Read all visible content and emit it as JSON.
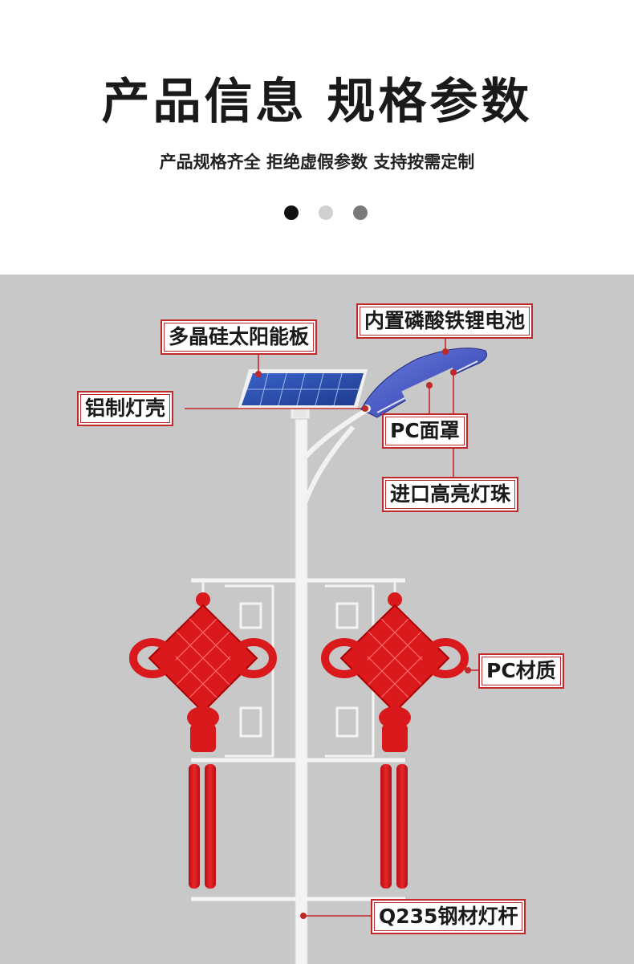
{
  "header": {
    "title": "产品信息 规格参数",
    "subtitle": "产品规格齐全 拒绝虚假参数 支持按需定制"
  },
  "labels": {
    "battery": "内置磷酸铁锂电池",
    "solar_panel": "多晶硅太阳能板",
    "lamp_shell": "铝制灯壳",
    "pc_cover": "PC面罩",
    "led_beads": "进口高亮灯珠",
    "pc_material": "PC材质",
    "pole": "Q235钢材灯杆"
  },
  "colors": {
    "callout_border": "#c0282a",
    "knot_red": "#d9191c",
    "background": "#c8c8c8",
    "lamp_blue": "#3b4fc4"
  }
}
